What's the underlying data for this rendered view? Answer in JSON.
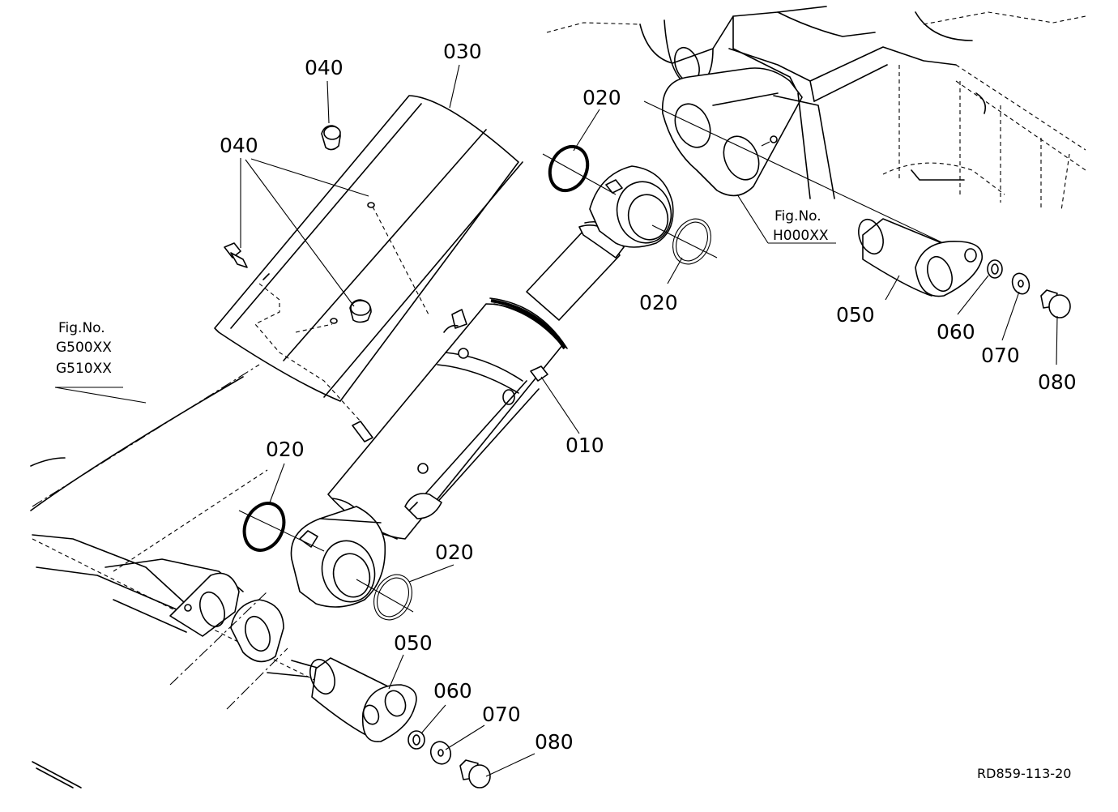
{
  "callouts": {
    "c030": "030",
    "c040_top": "040",
    "c040_left": "040",
    "c020_top": "020",
    "c020_right": "020",
    "c020_left": "020",
    "c020_low": "020",
    "c010": "010",
    "c050_right": "050",
    "c060_right": "060",
    "c070_right": "070",
    "c080_right": "080",
    "c050_low": "050",
    "c060_low": "060",
    "c070_low": "070",
    "c080_low": "080"
  },
  "references": {
    "left": {
      "label": "Fig.No.",
      "line1": "G500XX",
      "line2": "G510XX"
    },
    "right": {
      "label": "Fig.No.",
      "line1": "H000XX"
    }
  },
  "drawing_code": "RD859-113-20"
}
